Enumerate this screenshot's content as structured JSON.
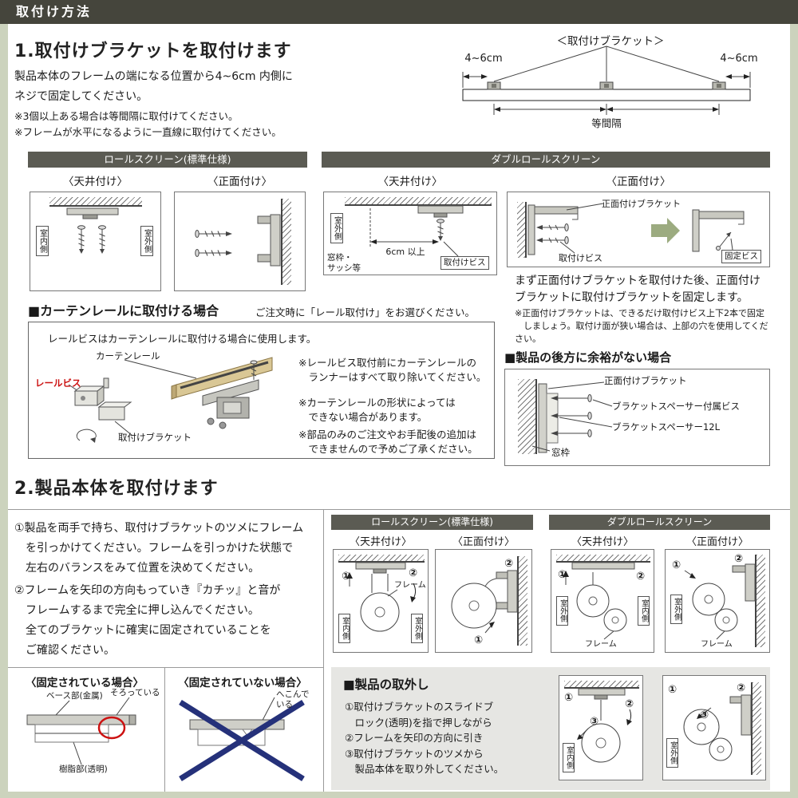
{
  "header": {
    "title": "取付け方法"
  },
  "colors": {
    "header_bg": "#45453c",
    "bar_bg": "#5b5b53",
    "accent_red": "#cc1111",
    "cross_blue": "#25317a",
    "arrow_green": "#9cab80"
  },
  "s1": {
    "title": "1.取付けブラケットを取付けます",
    "body": "製品本体のフレームの端になる位置から4~6cm 内側に\nネジで固定してください。",
    "notes": "※3個以上ある場合は等間隔に取付けてください。\n※フレームが水平になるように一直線に取付けてください。",
    "diagram": {
      "title": "＜取付けブラケット＞",
      "dim_left": "4~6cm",
      "dim_right": "4~6cm",
      "spacing": "等間隔"
    }
  },
  "bars": {
    "roll": "ロールスクリーン(標準仕様)",
    "double": "ダブルロールスクリーン"
  },
  "mounts": {
    "ceiling": "〈天井付け〉",
    "front": "〈正面付け〉"
  },
  "sides": {
    "inside": "室内側",
    "outside": "室外側",
    "frame": "フレーム"
  },
  "double_top": {
    "window": "窓枠・\nサッシ等",
    "dim": "6cm 以上",
    "screw": "取付けビス",
    "front_bracket": "正面付けブラケット",
    "front_screw": "取付けビス",
    "fix_screw": "固定ビス",
    "body": "まず正面付けブラケットを取付けた後、正面付け\nブラケットに取付けブラケットを固定します。",
    "note": "※正面付けブラケットは、できるだけ取付けビス上下2本で固定\n　しましょう。取付け面が狭い場合は、上部の穴を使用してください。"
  },
  "rail": {
    "heading": "■カーテンレールに取付ける場合",
    "heading_note": "ご注文時に「レール取付け」をお選びください。",
    "intro": "レールビスはカーテンレールに取付ける場合に使用します。",
    "label_rail": "カーテンレール",
    "label_screw": "レールビス",
    "label_bracket": "取付けブラケット",
    "note1": "※レールビス取付前にカーテンレールの\n　ランナーはすべて取り除いてください。",
    "note2": "※カーテンレールの形状によっては\n　できない場合があります。",
    "note3": "※部品のみのご注文やお手配後の追加は\n　できませんので予めご了承ください。"
  },
  "rear": {
    "heading": "■製品の後方に余裕がない場合",
    "label_bracket": "正面付けブラケット",
    "label_spacer_screw": "ブラケットスペーサー付属ビス",
    "label_spacer": "ブラケットスペーサー12L",
    "label_window": "窓枠"
  },
  "s2": {
    "title": "2.製品本体を取付けます",
    "step1": "①製品を両手で持ち、取付けブラケットのツメにフレーム\n　を引っかけてください。フレームを引っかけた状態で\n　左右のバランスをみて位置を決めてください。",
    "step2": "②フレームを矢印の方向もっていき『カチッ』と音が\n　フレームするまで完全に押し込んでください。\n　全てのブラケットに確実に固定されていることを\n　ご確認ください。",
    "fixed_ok": "〈固定されている場合〉",
    "fixed_ng": "〈固定されていない場合〉",
    "label_base": "ベース部(金属)",
    "label_even": "そろっている",
    "label_resin": "樹脂部(透明)",
    "label_dent": "へこんで\nいる"
  },
  "nums": {
    "n1": "①",
    "n2": "②",
    "n3": "③"
  },
  "removal": {
    "heading": "■製品の取外し",
    "steps": "①取付けブラケットのスライドブ\n　ロック(透明)を指で押しながら\n②フレームを矢印の方向に引き\n③取付けブラケットのツメから\n　製品本体を取り外してください。"
  }
}
